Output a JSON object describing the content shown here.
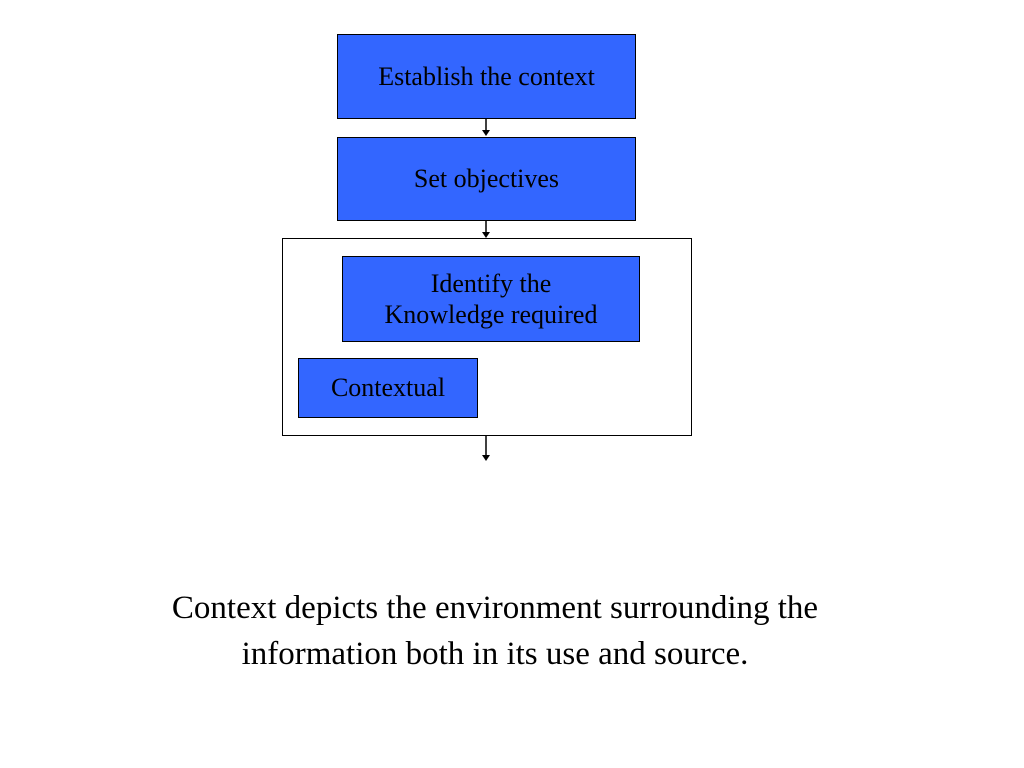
{
  "flowchart": {
    "step_1": "Establish the context",
    "step_2": "Set objectives",
    "step_3_line_1": "Identify the",
    "step_3_line_2": "Knowledge required",
    "sub_step": "Contextual"
  },
  "caption": {
    "line_1": "Context depicts the environment surrounding the",
    "line_2": "information both in its use and source."
  },
  "colors": {
    "box_fill": "#3366ff",
    "border": "#000000",
    "background": "#ffffff"
  }
}
